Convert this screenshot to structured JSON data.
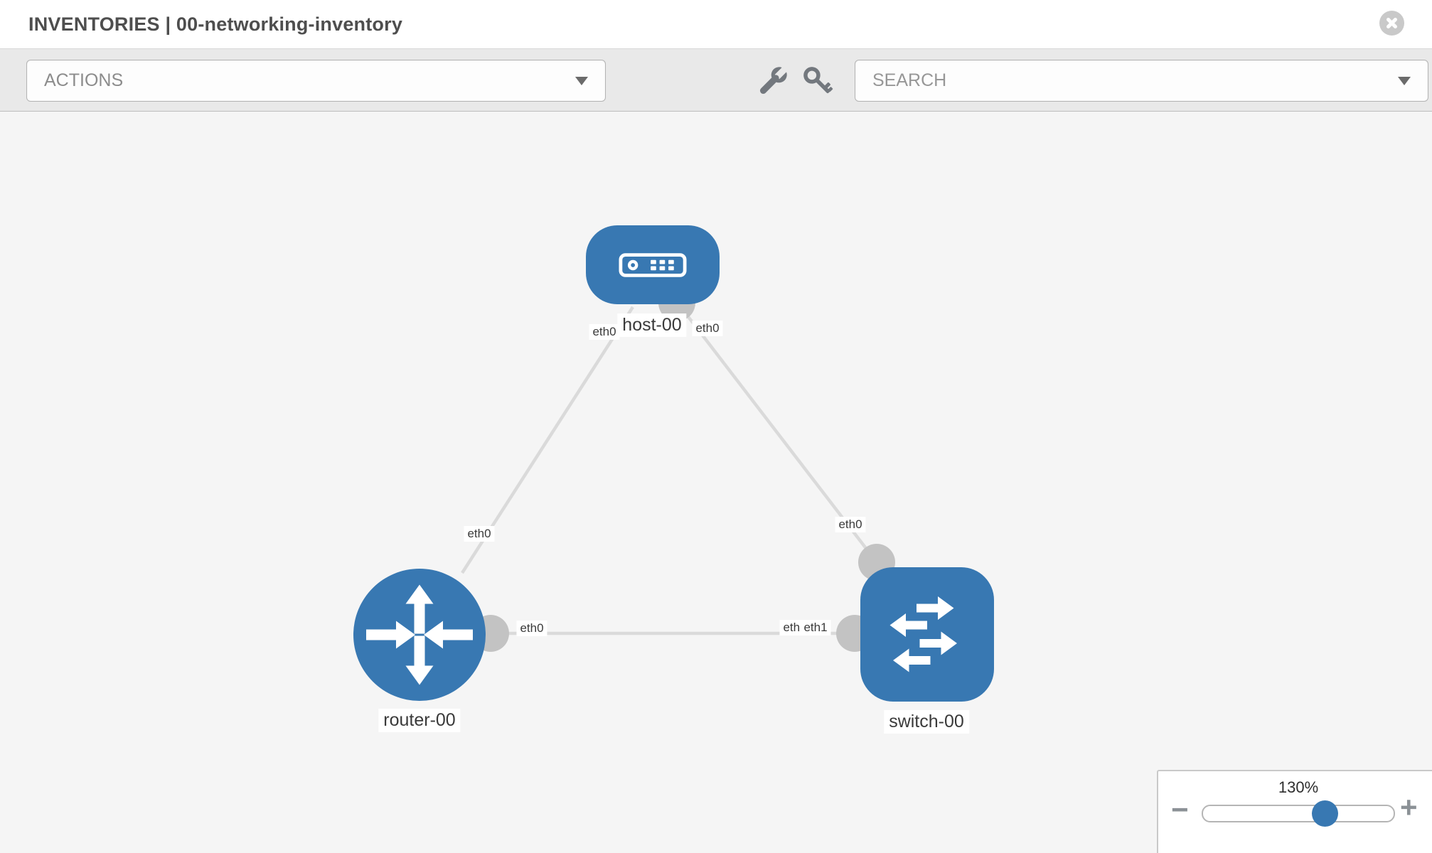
{
  "header": {
    "title": "INVENTORIES | 00-networking-inventory",
    "close_icon": "x-circle"
  },
  "toolbar": {
    "actions_label": "ACTIONS",
    "search_label": "SEARCH",
    "icons": [
      "wrench-icon",
      "key-icon",
      "chevron-down-icon"
    ]
  },
  "graph": {
    "nodes": [
      {
        "name": "host-00",
        "type": "host",
        "icon": "server-icon"
      },
      {
        "name": "router-00",
        "type": "router",
        "icon": "router-arrows-icon"
      },
      {
        "name": "switch-00",
        "type": "switch",
        "icon": "switch-arrows-icon"
      }
    ],
    "edges": [
      {
        "from": "host-00",
        "from_port": "eth0",
        "to": "router-00",
        "to_port": "eth0"
      },
      {
        "from": "host-00",
        "from_port": "eth0",
        "to": "switch-00",
        "to_port": "eth0"
      },
      {
        "from": "router-00",
        "from_port": "eth0",
        "to": "switch-00",
        "to_port": "eth1"
      }
    ],
    "eth_labels": [
      {
        "text": "eth0",
        "position": "host-left"
      },
      {
        "text": "eth0",
        "position": "host-right"
      },
      {
        "text": "eth0",
        "position": "edge-host-router"
      },
      {
        "text": "eth0",
        "position": "edge-host-switch"
      },
      {
        "text": "eth0",
        "position": "router-right"
      },
      {
        "text": "eth0",
        "position": "switch-left-back"
      },
      {
        "text": "eth1",
        "position": "switch-left-front"
      }
    ]
  },
  "zoom_control": {
    "value": "130%",
    "minus_label": "−",
    "plus_label": "+"
  },
  "colors": {
    "node_blue": "#3878b2",
    "edge_gray": "#dadada",
    "port_gray": "#c3c3c3",
    "toolbar_gray": "#e9e9e9",
    "canvas_gray": "#f5f5f5"
  }
}
